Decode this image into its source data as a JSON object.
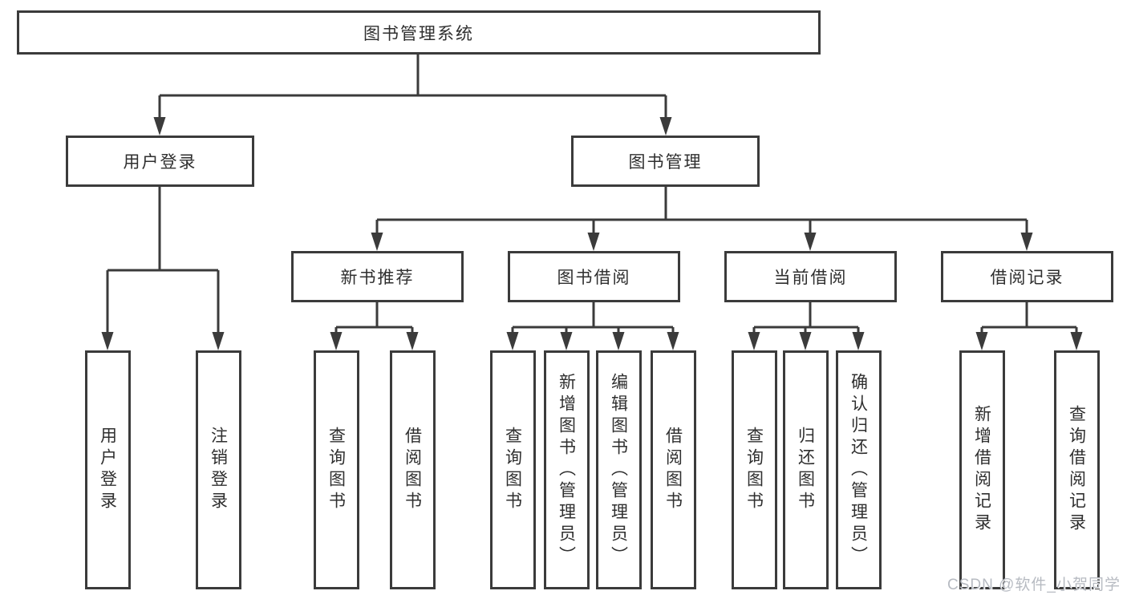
{
  "nodes": {
    "root": {
      "label": "图书管理系统"
    },
    "level2": [
      {
        "label": "用户登录"
      },
      {
        "label": "图书管理"
      }
    ],
    "level3": [
      {
        "label": "新书推荐"
      },
      {
        "label": "图书借阅"
      },
      {
        "label": "当前借阅"
      },
      {
        "label": "借阅记录"
      }
    ],
    "leaves": [
      {
        "label": "用户登录"
      },
      {
        "label": "注销登录"
      },
      {
        "label": "查询图书"
      },
      {
        "label": "借阅图书"
      },
      {
        "label": "查询图书"
      },
      {
        "label": "新增图书（管理员）"
      },
      {
        "label": "编辑图书（管理员）"
      },
      {
        "label": "借阅图书"
      },
      {
        "label": "查询图书"
      },
      {
        "label": "归还图书"
      },
      {
        "label": "确认归还（管理员）"
      },
      {
        "label": "新增借阅记录"
      },
      {
        "label": "查询借阅记录"
      }
    ]
  },
  "watermark": {
    "text": "CSDN @软件_小贺同学"
  },
  "colors": {
    "line": "#3b3b3b",
    "text": "#2f2f2f",
    "watermark": "#b7bbc2",
    "background": "#ffffff"
  }
}
